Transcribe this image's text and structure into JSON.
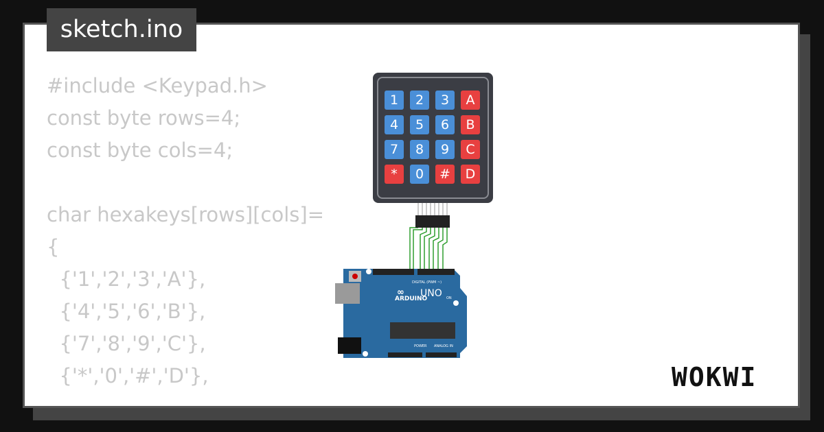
{
  "title": "sketch.ino",
  "code": [
    "#include <Keypad.h>",
    "const byte rows=4;",
    "const byte cols=4;",
    "",
    "char hexakeys[rows][cols]=",
    "{",
    "  {'1','2','3','A'},",
    "  {'4','5','6','B'},",
    "  {'7','8','9','C'},",
    "  {'*','0','#','D'},"
  ],
  "keypad": {
    "keys": [
      "1",
      "2",
      "3",
      "A",
      "4",
      "5",
      "6",
      "B",
      "7",
      "8",
      "9",
      "C",
      "*",
      "0",
      "#",
      "D"
    ],
    "colors": {
      "digit": "#4a8fd8",
      "letter": "#e84040"
    }
  },
  "arduino": {
    "logo": "ARDUINO",
    "model": "UNO",
    "digital_label": "DIGITAL (PWM ~)",
    "power_label": "POWER",
    "analog_label": "ANALOG IN",
    "on_label": "ON"
  },
  "brand": "WOKWI",
  "colors": {
    "wire": "#2e9e2e",
    "board": "#2a6aa0",
    "background": "#111111"
  }
}
